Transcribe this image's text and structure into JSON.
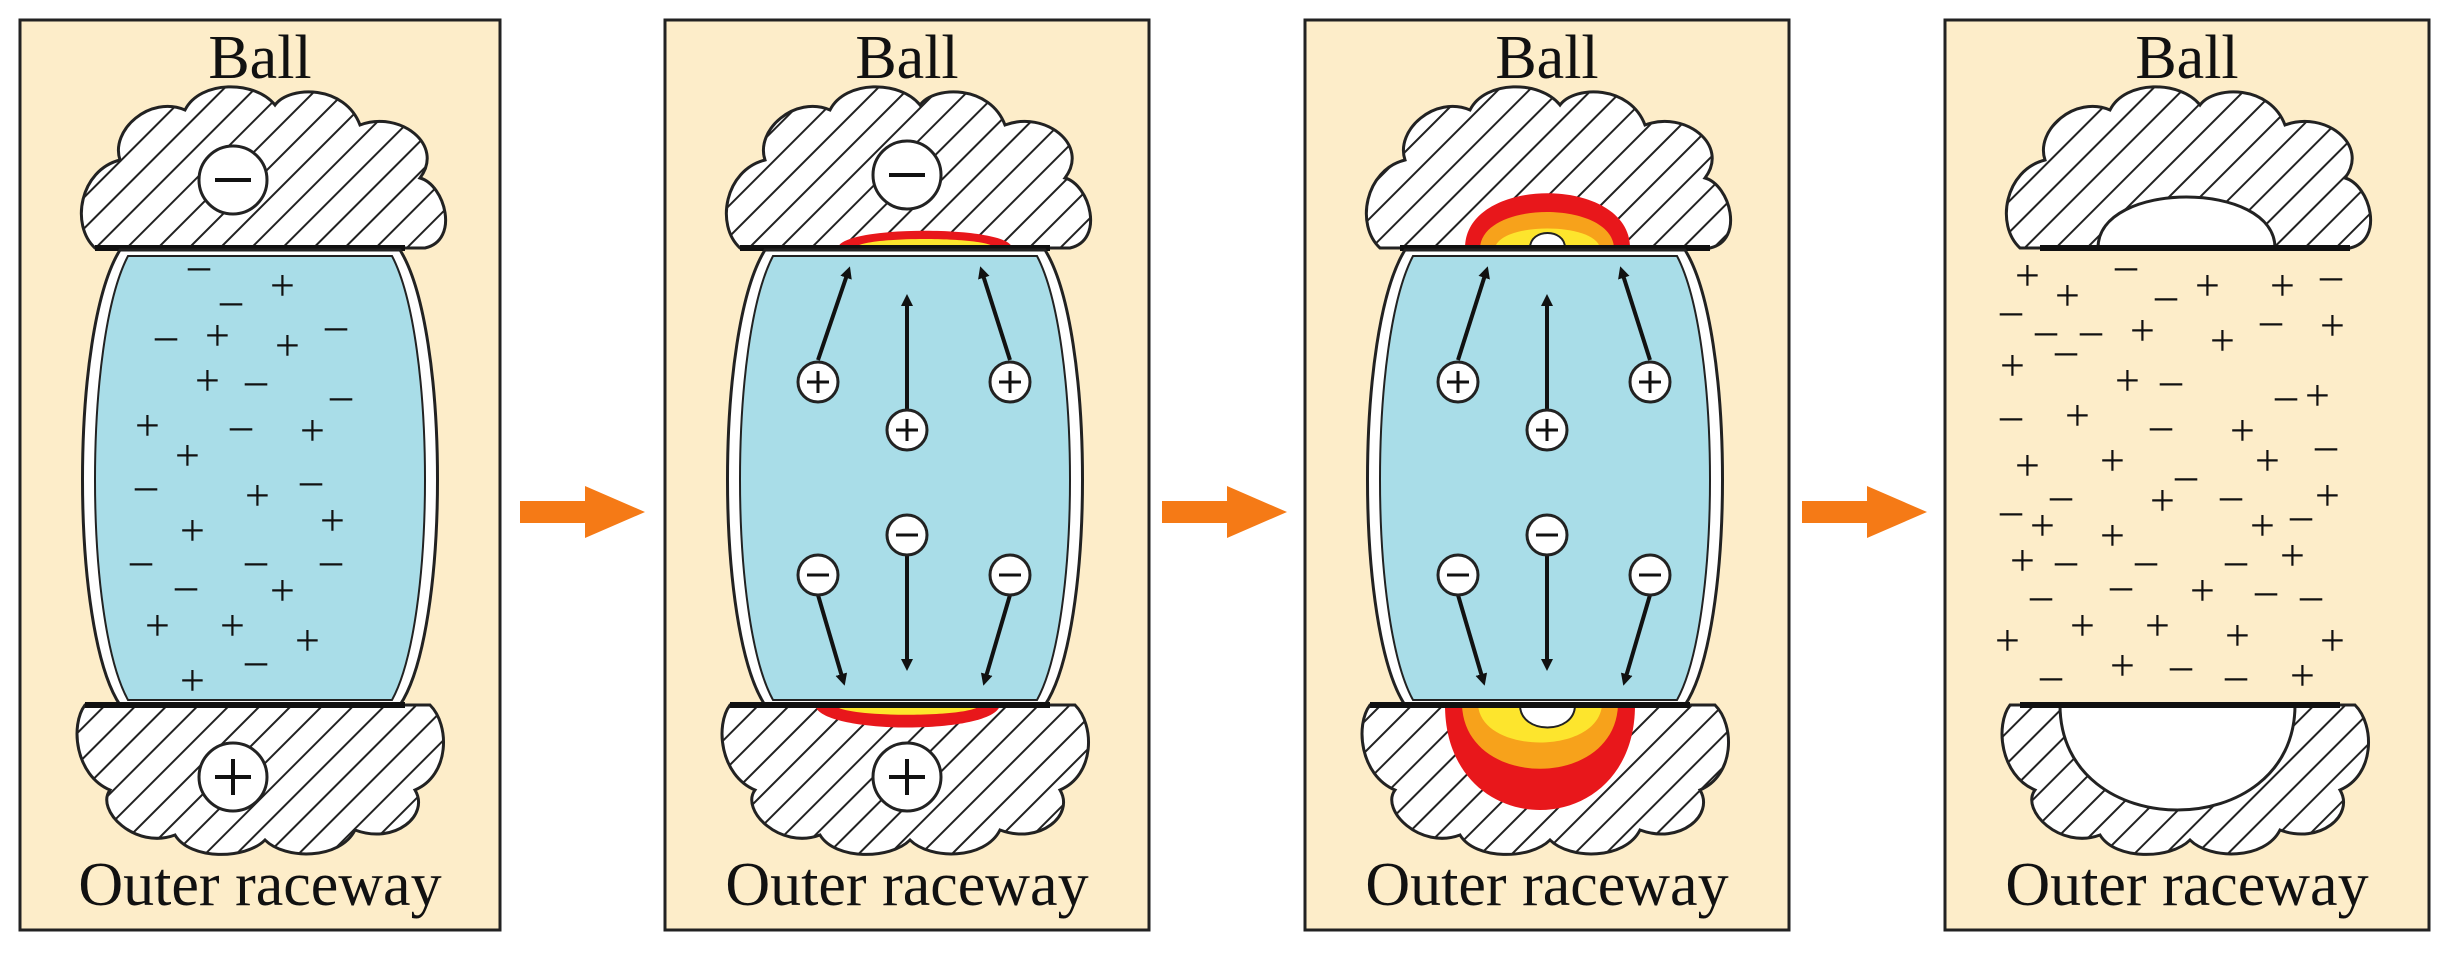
{
  "colors": {
    "panel_fill": "#fdedc9",
    "panel_stroke": "#222222",
    "lubricant": "#a9dde8",
    "hatch_line": "#222222",
    "arrow": "#f57a16",
    "heat_outer": "#e8171b",
    "heat_mid": "#f7a21b",
    "heat_inner": "#fde52d",
    "pit": "#ffffff"
  },
  "panels": [
    {
      "top_label": "Ball",
      "bottom_label": "Outer raceway",
      "stage": "initial",
      "charges": {
        "top": "−",
        "bottom": "+",
        "migrating": []
      }
    },
    {
      "top_label": "Ball",
      "bottom_label": "Outer raceway",
      "stage": "separation",
      "charges": {
        "top": "−",
        "bottom": "+",
        "migrating": [
          "+",
          "+",
          "+",
          "−",
          "−",
          "−"
        ]
      }
    },
    {
      "top_label": "Ball",
      "bottom_label": "Outer raceway",
      "stage": "discharge",
      "charges": {
        "top": "",
        "bottom": "",
        "migrating": [
          "+",
          "+",
          "+",
          "−",
          "−",
          "−"
        ]
      }
    },
    {
      "top_label": "Ball",
      "bottom_label": "Outer raceway",
      "stage": "pitting",
      "charges": {
        "top": "",
        "bottom": "",
        "migrating": []
      }
    }
  ],
  "icons": [
    "right-arrow-icon",
    "plus-charge-icon",
    "minus-charge-icon",
    "hatched-ball-surface",
    "hatched-raceway-surface"
  ]
}
